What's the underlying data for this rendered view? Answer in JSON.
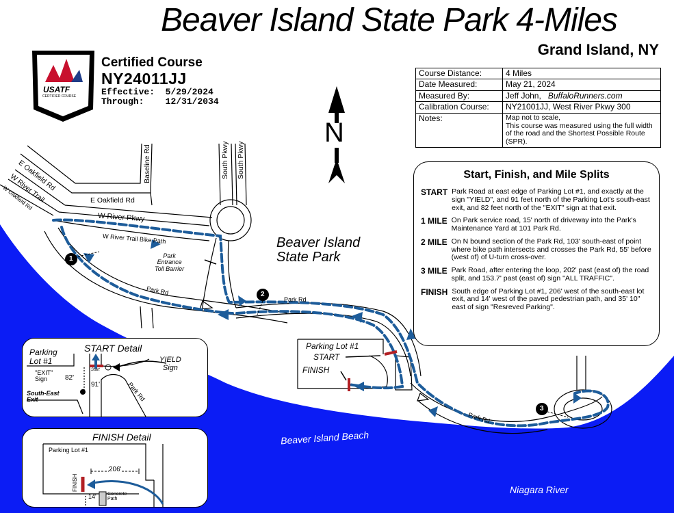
{
  "header": {
    "title": "Beaver Island State Park 4-Miles",
    "subtitle": "Grand Island, NY"
  },
  "certification": {
    "logo_text": "USATF",
    "logo_subtext": "CERTIFIED COURSE",
    "heading": "Certified Course",
    "course_id": "NY24011JJ",
    "effective_label": "Effective:",
    "effective_date": "5/29/2024",
    "through_label": "Through:",
    "through_date": "12/31/2034"
  },
  "info_table": {
    "rows": [
      {
        "label": "Course Distance:",
        "value": "4 Miles"
      },
      {
        "label": "Date Measured:",
        "value": "May 21, 2024"
      },
      {
        "label": "Measured By:",
        "value": "Jeff John,",
        "value_extra": "BuffaloRunners.com"
      },
      {
        "label": "Calibration Course:",
        "value": "NY21001JJ, West River Pkwy 300"
      },
      {
        "label": "Notes:",
        "value": "Map not to scale,",
        "value_extra": "This course was measured using the full width of the road and the Shortest Possible Route (SPR)."
      }
    ]
  },
  "splits": {
    "heading": "Start, Finish, and Mile Splits",
    "items": [
      {
        "label": "START",
        "text": "Park Road at east edge of Parking Lot #1, and exactly at the sign \"YIELD\", and 91 feet north of the Parking Lot's south-east exit, and 82 feet north of the \"EXIT\" sign at that exit."
      },
      {
        "label": "1 MILE",
        "text": "On Park service road, 15' north of driveway into the Park's Maintenance Yard at 101 Park Rd."
      },
      {
        "label": "2 MILE",
        "text": "On N bound section of the Park Rd, 103' south-east of point where bike path intersects and crosses the Park Rd, 55' before (west of) of U-turn cross-over."
      },
      {
        "label": "3 MILE",
        "text": "Park Road, after entering the loop, 202' past (east of) the road split, and 153.7' past (east of) sign \"ALL TRAFFIC\"."
      },
      {
        "label": "FINISH",
        "text": "South edge of Parking Lot #1, 206' west of the south-east lot exit, and 14' west of the paved pedestrian path, and 35' 10\" east of sign \"Resreved Parking\"."
      }
    ]
  },
  "map": {
    "north_label": "N",
    "park_name_line1": "Beaver Island",
    "park_name_line2": "State Park",
    "beach_label": "Beaver Island Beach",
    "river_label": "Niagara River",
    "roads": {
      "e_oakfield_rd": "E Oakfield Rd",
      "w_river_trail": "W River Trail",
      "w_oakfield_rd": "W Oakfield Rd",
      "baseline_rd": "Baseline Rd",
      "south_pkwy_1": "South Pkwy",
      "south_pkwy_2": "South Pkwy",
      "e_oakfield_rd_2": "E Oakfield Rd",
      "w_river_pkwy": "W River Pkwy",
      "bike_path": "W River Trail Bike Path",
      "park_rd_1": "Park Rd",
      "park_rd_2": "Park Rd",
      "park_rd_3": "Park Rd"
    },
    "toll_line1": "Park",
    "toll_line2": "Entrance",
    "toll_line3": "Toll Barrier",
    "parking_lot": "Parking Lot #1",
    "start_label": "START",
    "finish_label": "FINISH",
    "markers": [
      "1",
      "2",
      "3"
    ],
    "route_color": "#1d5c9a",
    "water_color": "#0b1cf5",
    "marker_color": "#b21f24"
  },
  "start_detail": {
    "title": "START Detail",
    "lot_line1": "Parking",
    "lot_line2": "Lot #1",
    "exit_line1": "\"EXIT\"",
    "exit_line2": "Sign",
    "d82": "82'",
    "d91": "91'",
    "se_line1": "South-East",
    "se_line2": "Exit",
    "yield_line1": "YIELD",
    "yield_line2": "Sign",
    "park_rd": "Park Rd",
    "start_small": "Start"
  },
  "finish_detail": {
    "title": "FINISH Detail",
    "lot": "Parking Lot #1",
    "d206": "206'",
    "finish_vertical": "FINISH",
    "d14": "14'",
    "concrete_line1": "Concrete",
    "concrete_line2": "Path"
  }
}
